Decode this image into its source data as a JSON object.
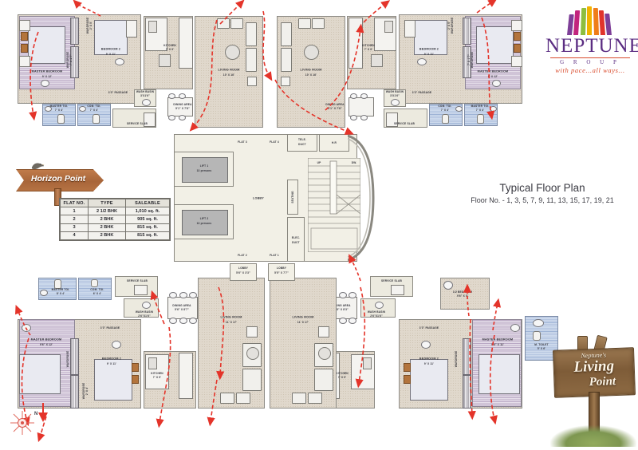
{
  "brand": {
    "name": "NEPTUNE",
    "group": "G R O U P",
    "tagline": "with pace...all ways...",
    "flag_colors": [
      "#7e3f98",
      "#c2247e",
      "#8dbe3f",
      "#f2b200",
      "#ef7d1a",
      "#e0342b",
      "#7e3f98"
    ]
  },
  "title": {
    "heading": "Typical Floor Plan",
    "subheading": "Floor No. - 1, 3, 5, 7, 9, 11, 13, 15, 17, 19, 21"
  },
  "horizon_sign": {
    "label": "Horizon Point"
  },
  "living_point_sign": {
    "line1": "Neptune's",
    "line2": "Living",
    "line3": "Point"
  },
  "compass": {
    "north_label": "N"
  },
  "flat_table": {
    "headers": [
      "FLAT NO.",
      "TYPE",
      "SALEABLE"
    ],
    "rows": [
      [
        "1",
        "2 1/2 BHK",
        "1,010 sq. ft."
      ],
      [
        "2",
        "2 BHK",
        "905 sq. ft."
      ],
      [
        "3",
        "2 BHK",
        "815 sq. ft."
      ],
      [
        "4",
        "2 BHK",
        "815 sq. ft."
      ]
    ]
  },
  "core": {
    "lift1_name": "LIFT 1",
    "lift1_cap": "13 persons",
    "lift2_name": "LIFT 2",
    "lift2_cap": "13 persons",
    "lobby": "LOBBY",
    "seating": "SEATING",
    "tele_duct": "TELE.\nDUCT",
    "tele_duct_l1": "TELE.",
    "tele_duct_l2": "DUCT",
    "hr": "H.R",
    "elec_duct_l1": "ELEC.",
    "elec_duct_l2": "DUCT",
    "stair_up": "UP",
    "stair_dw": "DW.",
    "flat1": "FLAT 1",
    "flat2": "FLAT 2",
    "flat3": "FLAT 3",
    "flat4": "FLAT 4"
  },
  "units": {
    "top_left": {
      "master_bedroom": "MASTER BEDROOM",
      "master_bedroom_dim": "9' X 12'",
      "wardrobe_a": "WARDROBE",
      "wardrobe_a_dim": "7' X 1'7\"",
      "bedroom2": "BEDROOM 2",
      "bedroom2_dim": "9' X 11'",
      "wardrobe_b": "WARDROBE",
      "wardrobe_b_dim": "2' X 5'",
      "passage": "3'3\" PASSAGE",
      "master_toilet": "MASTER TOI.",
      "master_toilet_dim": "7' X 4'",
      "common_toilet": "COM. TOI.",
      "common_toilet_dim": "7' X 4'",
      "wash_basin": "WASH BASIN",
      "wash_basin_dim": "3'X1'6\"",
      "service_slab": "SERVICE SLAB",
      "kitchen": "KITCHEN",
      "kitchen_dim": "7' X 9'",
      "living_room": "LIVING ROOM",
      "living_room_dim": "10' X 16'",
      "dining_area": "DINING AREA",
      "dining_area_dim": "5'1\" X 7'8\""
    },
    "top_right": {
      "master_bedroom": "MASTER BEDROOM",
      "master_bedroom_dim": "9' X 12'",
      "wardrobe_a": "WARDROBE",
      "wardrobe_a_dim": "7' X 1'7\"",
      "bedroom2": "BEDROOM 2",
      "bedroom2_dim": "9' X 11'",
      "wardrobe_b": "WARDROBE",
      "wardrobe_b_dim": "2' X 5'",
      "passage": "3'3\" PASSAGE",
      "master_toilet": "MASTER TOI.",
      "master_toilet_dim": "7' X 4'",
      "common_toilet": "COM. TOI.",
      "common_toilet_dim": "7' X 4'",
      "wash_basin": "WASH BASIN",
      "wash_basin_dim": "3'X1'6\"",
      "service_slab": "SERVICE SLAB",
      "kitchen": "KITCHEN",
      "kitchen_dim": "7' X 9'",
      "living_room": "LIVING ROOM",
      "living_room_dim": "10' X 16'",
      "dining_area": "DINING AREA",
      "dining_area_dim": "5'1\" X 7'8\""
    },
    "bottom_left": {
      "master_bedroom": "MASTER BEDROOM",
      "master_bedroom_dim": "9'6\" X 12'",
      "wardrobe_a": "WARDROBE",
      "wardrobe_a_dim": "2' X 1'6\"",
      "wardrobe_b": "WARDROBE",
      "wardrobe_b_dim": "2' X 4'",
      "bedroom2": "BEDROOM 2",
      "bedroom2_dim": "9' X 11'",
      "passage": "3'3\" PASSAGE",
      "master_toilet": "MASTER TOI.",
      "master_toilet_dim": "8' X 4'",
      "common_toilet": "COM. TOI.",
      "common_toilet_dim": "6' X 4'",
      "wash_basin": "WASH BASIN",
      "wash_basin_dim": "2'6\"X1'6\"",
      "service_slab": "SERVICE SLAB",
      "kitchen": "KITCHEN",
      "kitchen_dim": "7' X 9'",
      "living_room": "LIVING ROOM",
      "living_room_dim": "11' X 17'",
      "dining_area": "DINING AREA",
      "dining_area_dim": "5'6\" X 8'7\"",
      "lobby": "LOBBY",
      "lobby_dim": "5'6\" X 3'3\""
    },
    "bottom_right": {
      "master_bedroom": "MASTER BEDROOM",
      "master_bedroom_dim": "9'6\" X 11'",
      "wardrobe_a": "WARDROBE",
      "wardrobe_a_dim": "2' X 1'6\"",
      "half_bedroom": "1/2 BEDROOM",
      "half_bedroom_dim": "9'6\" X 5'",
      "bedroom2": "BEDROOM 2",
      "bedroom2_dim": "9' X 11'",
      "passage": "3'3\" PASSAGE",
      "m_toilet": "M. TOILET",
      "m_toilet_dim": "5' X 6'",
      "wash_basin": "WASH BASIN",
      "wash_basin_dim": "2'6\"X1'6\"",
      "service_slab": "SERVICE SLAB",
      "kitchen": "KITCHEN",
      "kitchen_dim": "7' X 9'",
      "living_room": "LIVING ROOM",
      "living_room_dim": "11' X 17'",
      "dining_area": "DINING AREA",
      "dining_area_dim": "5'5\" X 8'3\"",
      "lobby": "LOBBY",
      "lobby_dim": "5'5\" X 7'7\""
    }
  }
}
